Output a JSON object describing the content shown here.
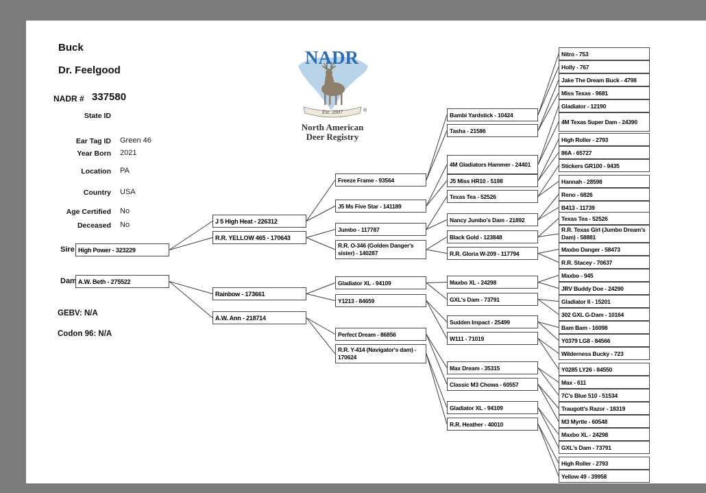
{
  "header": {
    "animal_type": "Buck",
    "animal_name": "Dr. Feelgood",
    "nadr_label": "NADR #",
    "nadr_number": "337580"
  },
  "info_fields": [
    {
      "label": "State ID",
      "value": ""
    },
    {
      "label": "Ear Tag ID",
      "value": "Green 46"
    },
    {
      "label": "Year Born",
      "value": "2021"
    },
    {
      "label": "Location",
      "value": "PA"
    },
    {
      "label": "Country",
      "value": "USA"
    },
    {
      "label": "Age Certified",
      "value": "No"
    },
    {
      "label": "Deceased",
      "value": "No"
    }
  ],
  "genetics": {
    "gebv": "GEBV: N/A",
    "codon": "Codon 96: N/A"
  },
  "logo": {
    "acronym": "NADR",
    "established": "Est. 2007",
    "org_name_line1": "North American",
    "org_name_line2": "Deer Registry",
    "registered_mark": "®"
  },
  "pedigree": {
    "sire_label": "Sire",
    "dam_label": "Dam",
    "generations": [
      [
        "High Power - 323229",
        "A.W. Beth - 275522"
      ],
      [
        "J 5 High Heat - 226312",
        "R.R. YELLOW 465 - 170643",
        "Rainbow - 173661",
        "A.W. Ann - 218714"
      ],
      [
        "Freeze Frame - 93564",
        "J5 Ms Five Star - 141189",
        "Jumbo - 117787",
        "R.R. O-346 (Golden Danger's sister) - 140287",
        "Gladiator XL - 94109",
        "Y1213 - 84659",
        "Perfect Dream - 86856",
        "R.R. Y-414 (Navigator's dam) - 170624"
      ],
      [
        "Bambi Yardstick - 10424",
        "Tasha - 21586",
        "4M Gladiators Hammer - 24401",
        "J5 Miss HR10 - 5198",
        "Texas Tea - 52526",
        "Nancy Jumbo's Dam - 21892",
        "Black Gold - 123848",
        "R.R. Gloria W-209 - 117794",
        "Maxbo XL - 24298",
        "GXL's Dam - 73791",
        "Sudden Impact - 25499",
        "W111 - 71019",
        "Max Dream - 35315",
        "Classic M3 Chowa - 60557",
        "Gladiator XL - 94109",
        "R.R. Heather - 40010"
      ],
      [
        "Nitro - 753",
        "Holly - 767",
        "Jake The Dream Buck - 4798",
        "Miss Texas - 9681",
        "Gladiator - 12190",
        "4M Texas Super Dam - 24390",
        "High Roller - 2793",
        "86A - 65727",
        "Stickers GR100 - 9435",
        "Hannah - 28598",
        "Reno - 6826",
        "B413 - 11739",
        "Texas Tea - 52526",
        "R.R. Texas Girl (Jumbo Dream's Dam) - 58881",
        "Maxbo Danger - 58473",
        "R.R. Stacey - 70637",
        "Maxbo - 945",
        "JRV Buddy Doe - 24290",
        "Gladiator II - 15201",
        "302 GXL G-Dam - 10164",
        "Bam Bam - 16098",
        "Y0379 LG8 - 84566",
        "Wilderness Bucky - 723",
        "Y0285 LY26 - 84550",
        "Max - 611",
        "7C's Blue 510 - 51534",
        "Traugott's Razor - 18319",
        "M3 Myrtle - 60548",
        "Maxbo XL - 24298",
        "GXL's Dam - 73791",
        "High Roller - 2793",
        "Yellow 49 - 39958"
      ]
    ]
  },
  "colors": {
    "logo_blue": "#2a6db5",
    "map_blue": "#b9d3e8",
    "line_color": "#3c3c3c"
  }
}
